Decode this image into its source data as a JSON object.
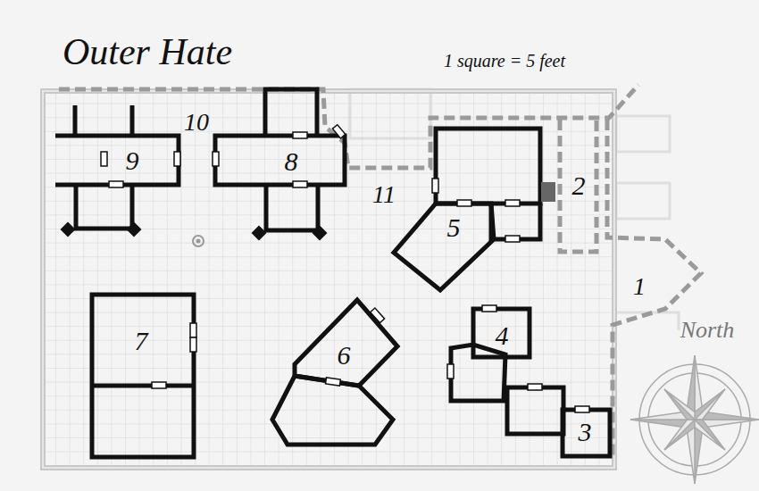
{
  "diagram": {
    "title": "Outer Hate",
    "nodes": [
      {
        "text": [
          "9"
        ]
      },
      {
        "text": [
          "8"
        ]
      },
      {
        "text": [
          "5"
        ]
      },
      {
        "text": [
          "7"
        ]
      },
      {
        "text": [
          "6"
        ]
      },
      {
        "text": [
          "4"
        ]
      },
      {
        "text": [
          "3"
        ]
      }
    ],
    "labels": [
      "1 square = 5 feet",
      "10",
      "11",
      "2",
      "1",
      "North"
    ]
  }
}
